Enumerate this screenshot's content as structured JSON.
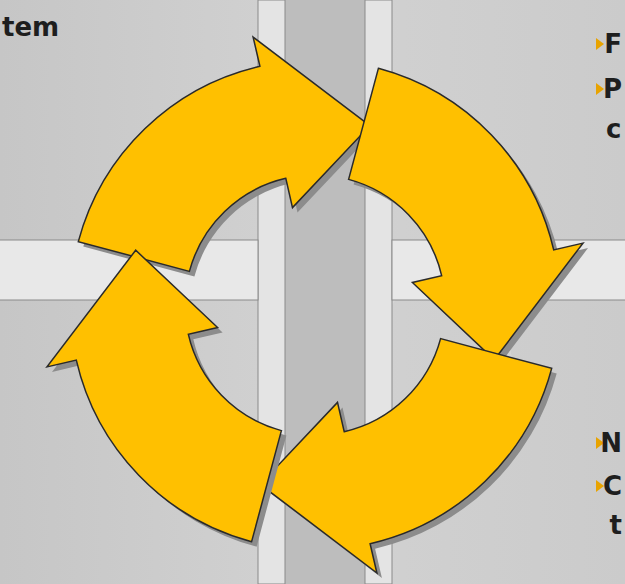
{
  "diagram": {
    "labels": [
      "tem",
      "F",
      "P",
      "c",
      "N",
      "C",
      "t"
    ]
  }
}
